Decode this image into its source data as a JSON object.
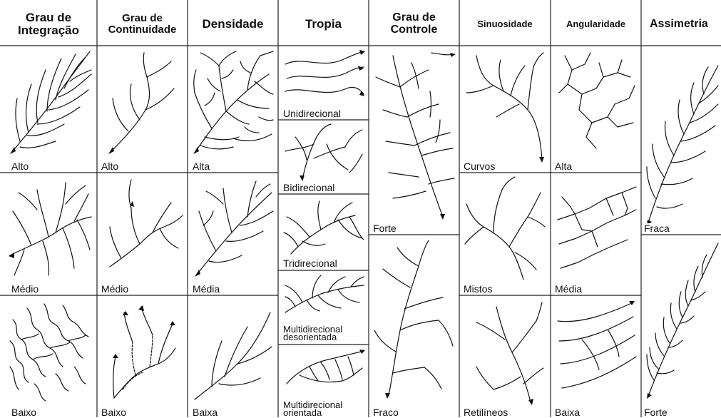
{
  "headers": {
    "integracao": [
      "Grau de",
      "Integração"
    ],
    "continuidade": [
      "Grau de",
      "Continuidade"
    ],
    "densidade": [
      "Densidade"
    ],
    "tropia": [
      "Tropia"
    ],
    "controle": [
      "Grau de",
      "Controle"
    ],
    "sinuosidade": [
      "Sinuosidade"
    ],
    "angularidade": [
      "Angularidade"
    ],
    "assimetria": [
      "Assimetria"
    ]
  },
  "captions": {
    "integracao": [
      "Alto",
      "Médio",
      "Baixo"
    ],
    "continuidade": [
      "Alto",
      "Médio",
      "Baixo"
    ],
    "densidade": [
      "Alta",
      "Média",
      "Baixa"
    ],
    "tropia": [
      "Unidirecional",
      "Bidirecional",
      "Tridirecional",
      "Multidirecional desorientada",
      "Multidirecional orientada"
    ],
    "controle": [
      "Forte",
      "Fraco"
    ],
    "sinuosidade": [
      "Curvos",
      "Mistos",
      "Retilíneos"
    ],
    "angularidade": [
      "Alta",
      "Média",
      "Baixa"
    ],
    "assimetria": [
      "Fraca",
      "Forte"
    ]
  }
}
